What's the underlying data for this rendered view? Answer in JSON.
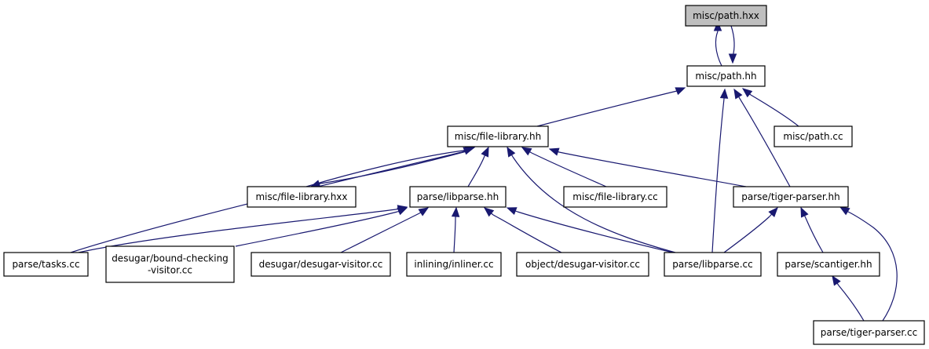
{
  "graph": {
    "nodes": [
      {
        "id": "path_hxx",
        "label": [
          "misc/path.hxx"
        ],
        "focus": true
      },
      {
        "id": "path_hh",
        "label": [
          "misc/path.hh"
        ]
      },
      {
        "id": "file_library_hh",
        "label": [
          "misc/file-library.hh"
        ]
      },
      {
        "id": "path_cc",
        "label": [
          "misc/path.cc"
        ]
      },
      {
        "id": "file_library_hxx",
        "label": [
          "misc/file-library.hxx"
        ]
      },
      {
        "id": "libparse_hh",
        "label": [
          "parse/libparse.hh"
        ]
      },
      {
        "id": "file_library_cc",
        "label": [
          "misc/file-library.cc"
        ]
      },
      {
        "id": "tiger_parser_hh",
        "label": [
          "parse/tiger-parser.hh"
        ]
      },
      {
        "id": "tasks_cc",
        "label": [
          "parse/tasks.cc"
        ]
      },
      {
        "id": "bound_checking",
        "label": [
          "desugar/bound-checking",
          "-visitor.cc"
        ]
      },
      {
        "id": "desugar_visitor",
        "label": [
          "desugar/desugar-visitor.cc"
        ]
      },
      {
        "id": "inliner_cc",
        "label": [
          "inlining/inliner.cc"
        ]
      },
      {
        "id": "object_desugar",
        "label": [
          "object/desugar-visitor.cc"
        ]
      },
      {
        "id": "libparse_cc",
        "label": [
          "parse/libparse.cc"
        ]
      },
      {
        "id": "scantiger_hh",
        "label": [
          "parse/scantiger.hh"
        ]
      },
      {
        "id": "tiger_parser_cc",
        "label": [
          "parse/tiger-parser.cc"
        ]
      }
    ],
    "edge_color": "#191970",
    "focus_fill": "#bfbfbf"
  }
}
